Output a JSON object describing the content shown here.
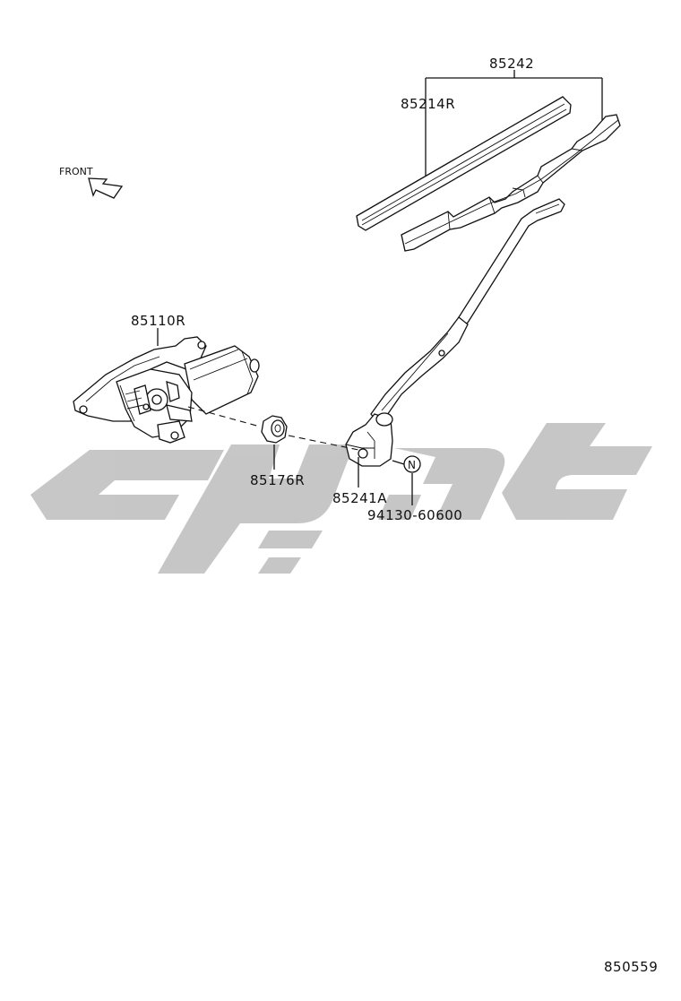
{
  "parts": {
    "blade_assembly": "85242",
    "blade_rubber": "85214R",
    "motor": "85110R",
    "pivot_cap": "85176R",
    "arm": "85241A",
    "nut": "94130-60600"
  },
  "nut_symbol": "N",
  "front_label": "FRONT",
  "front_icon": "front-arrow-icon",
  "figure_number": "850559",
  "colors": {
    "line": "#111111",
    "watermark": "#bdbdbd",
    "background": "#ffffff"
  }
}
